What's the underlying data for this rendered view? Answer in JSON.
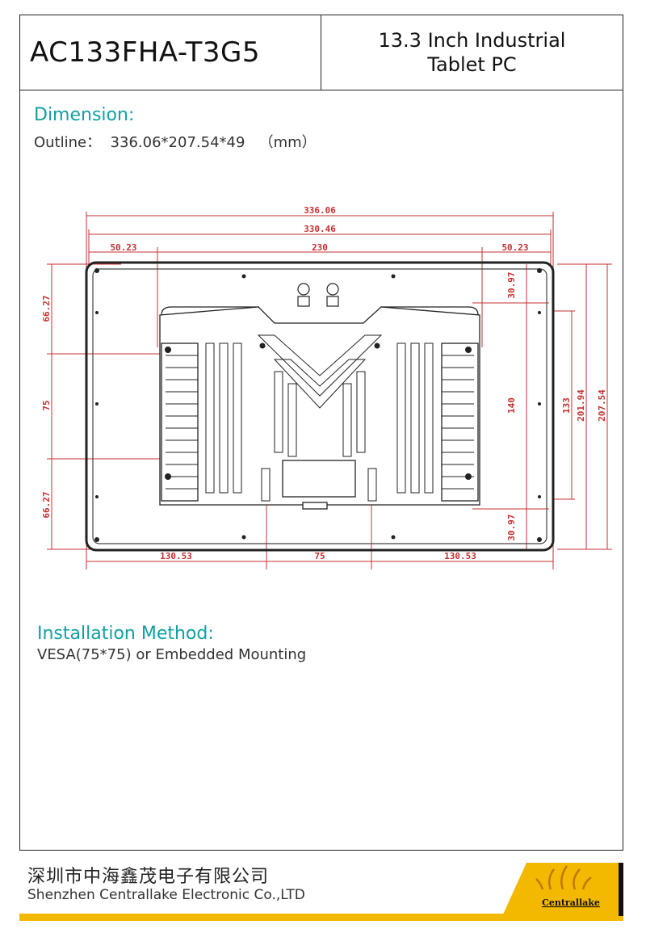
{
  "header": {
    "model": "AC133FHA-T3G5",
    "product_line1": "13.3 Inch Industrial",
    "product_line2": "Tablet PC"
  },
  "dimension": {
    "title": "Dimension:",
    "outline": "Outline：  336.06*207.54*49   （mm）"
  },
  "drawing_labels": {
    "overall_width": "336.06",
    "inner_width": "330.46",
    "left_offset": "50.23",
    "center_width": "230",
    "right_offset": "50.23",
    "bottom_left": "130.53",
    "bottom_center": "75",
    "bottom_right": "130.53",
    "left_top": "66.27",
    "left_mid": "75",
    "left_bottom": "66.27",
    "right_top": "30.97",
    "right_mid": "140",
    "right_bottom": "30.97",
    "height_133": "133",
    "height_20194": "201.94",
    "height_20754": "207.54"
  },
  "installation": {
    "title": "Installation Method:",
    "text": "VESA(75*75) or Embedded Mounting"
  },
  "footer": {
    "company_cn": "深圳市中海鑫茂电子有限公司",
    "company_en": "Shenzhen Centrallake Electronic Co.,LTD",
    "logo_text": "Centrallake"
  },
  "colors": {
    "accent": "#11a0a3",
    "dimension_red": "#c43030",
    "brand_yellow": "#f3b800"
  }
}
